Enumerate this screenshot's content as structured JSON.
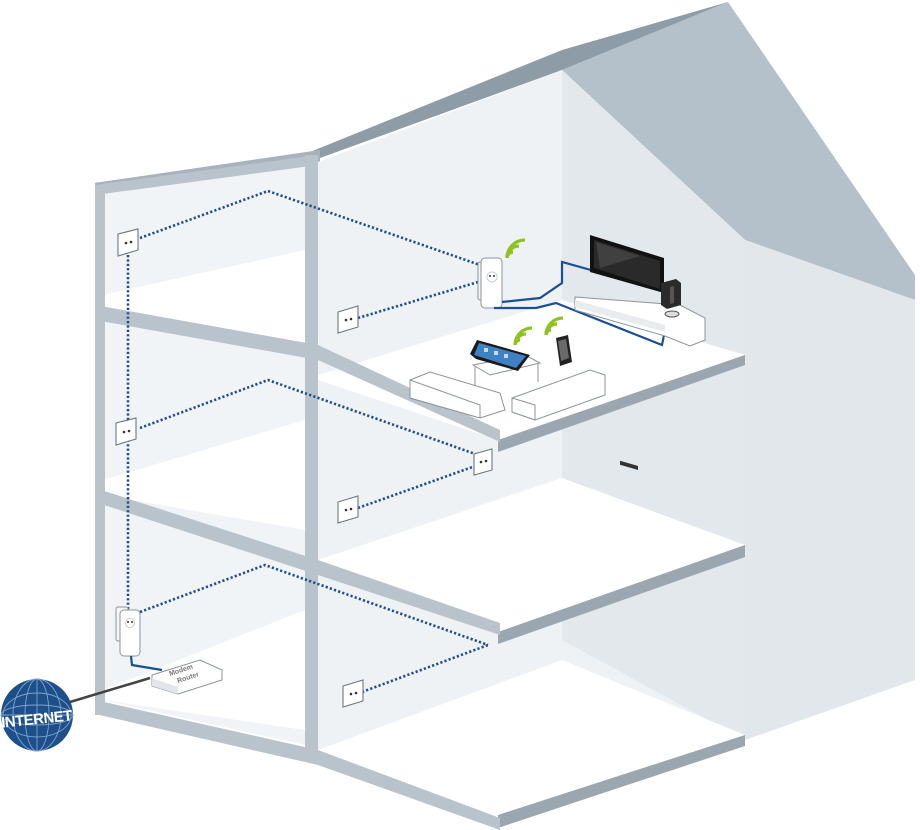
{
  "diagram": {
    "subject": "Powerline home network across three floors",
    "colors": {
      "roof_dark": "#8e9ca7",
      "roof_side": "#b5c1ca",
      "wall_frame": "#b9c3cb",
      "interior": "#eef2f5",
      "side_wall": "#e2e7eb",
      "floor_top": "#ffffff",
      "floor_edge": "#9aa7b1",
      "powerline_dots": "#1f4f8a",
      "lan_cable": "#1a4f96",
      "wifi": "#8dc21f",
      "globe": "#1d4f8b",
      "internet_cable": "#444444"
    },
    "internet": {
      "label": "INTERNET",
      "icon": "globe-icon"
    },
    "router": {
      "label_line1": "Modem",
      "label_line2": "Router"
    },
    "floors": [
      {
        "name": "top-floor",
        "devices": [
          "wall-socket",
          "wall-socket",
          "powerline-wifi-adapter",
          "tv",
          "game-console",
          "tablet",
          "smartphone"
        ],
        "wifi_signals": 3
      },
      {
        "name": "middle-floor",
        "devices": [
          "wall-socket",
          "wall-socket",
          "wall-socket"
        ]
      },
      {
        "name": "ground-floor",
        "devices": [
          "powerline-adapter",
          "modem-router",
          "wall-socket"
        ]
      }
    ]
  }
}
